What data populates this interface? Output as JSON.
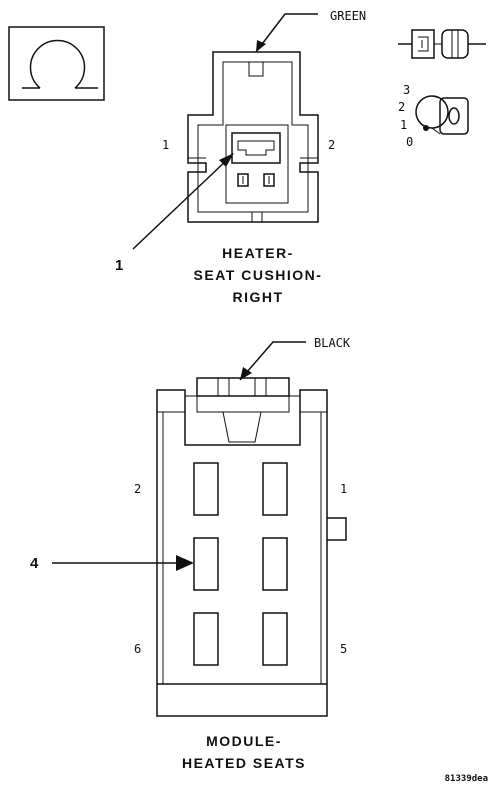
{
  "connector_1": {
    "wire_color": "GREEN",
    "pin_left": "1",
    "pin_right": "2",
    "callout": "1",
    "name_lines": [
      "HEATER-",
      "SEAT CUSHION-",
      "RIGHT"
    ]
  },
  "legend": {
    "position_numbers": [
      "3",
      "2",
      "1",
      "0"
    ],
    "key_label": "0"
  },
  "connector_2": {
    "wire_color": "BLACK",
    "pin_top_left": "2",
    "pin_top_right": "1",
    "pin_bottom_left": "6",
    "pin_bottom_right": "5",
    "callout": "4",
    "name_lines": [
      "MODULE-",
      "HEATED SEATS"
    ]
  },
  "figure_id": "81339dea"
}
